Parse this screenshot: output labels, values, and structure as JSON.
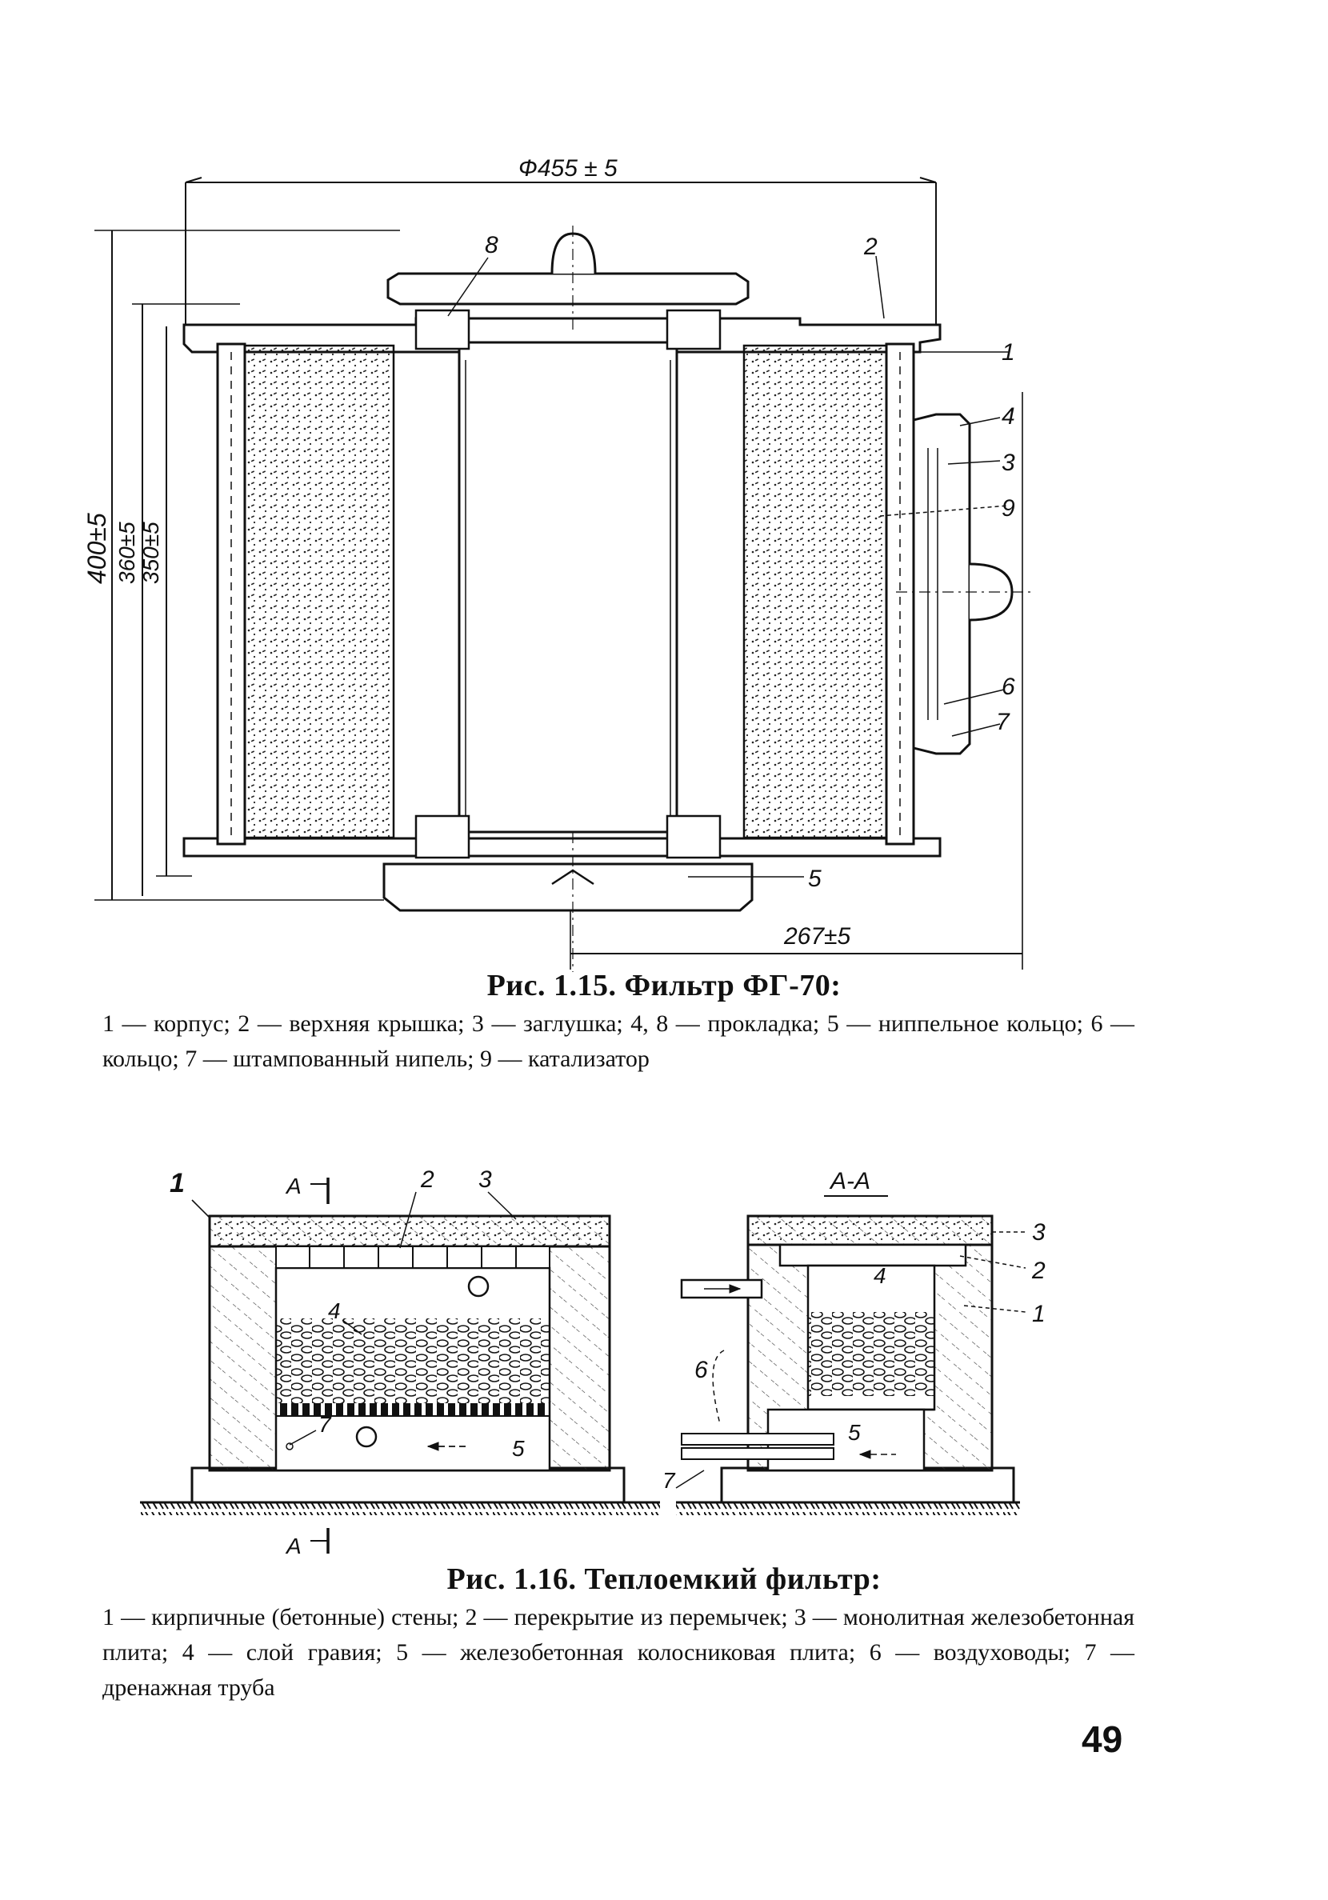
{
  "figure1": {
    "caption_title": "Рис. 1.15. Фильтр ФГ-70:",
    "caption_body": "1 — корпус; 2 — верхняя крышка; 3 — заглушка; 4, 8 — прокладка; 5 — ниппельное кольцо; 6 — кольцо; 7 — штампованный нипель; 9 — катализатор",
    "dimensions": {
      "diameter": "Ф455 ± 5",
      "height_total": "400±5",
      "height_mid": "360±5",
      "height_inner": "350±5",
      "offset": "267±5"
    },
    "callouts": [
      "1",
      "2",
      "3",
      "4",
      "5",
      "6",
      "7",
      "8",
      "9"
    ]
  },
  "figure2": {
    "caption_title": "Рис. 1.16. Теплоемкий фильтр:",
    "caption_body": "1 — кирпичные (бетонные) стены; 2 — перекрытие из перемычек; 3 — монолитная железобетонная плита; 4 — слой гравия; 5 — железобетонная колосниковая плита; 6 — воздуховоды; 7 — дренажная труба",
    "section_label": "А-А",
    "section_mark_top": "А",
    "section_mark_bottom": "А",
    "callouts_left": [
      "1",
      "2",
      "3",
      "4",
      "5",
      "7"
    ],
    "callouts_right": [
      "3",
      "2",
      "1",
      "4",
      "6",
      "5",
      "7"
    ]
  },
  "page_number": "49"
}
